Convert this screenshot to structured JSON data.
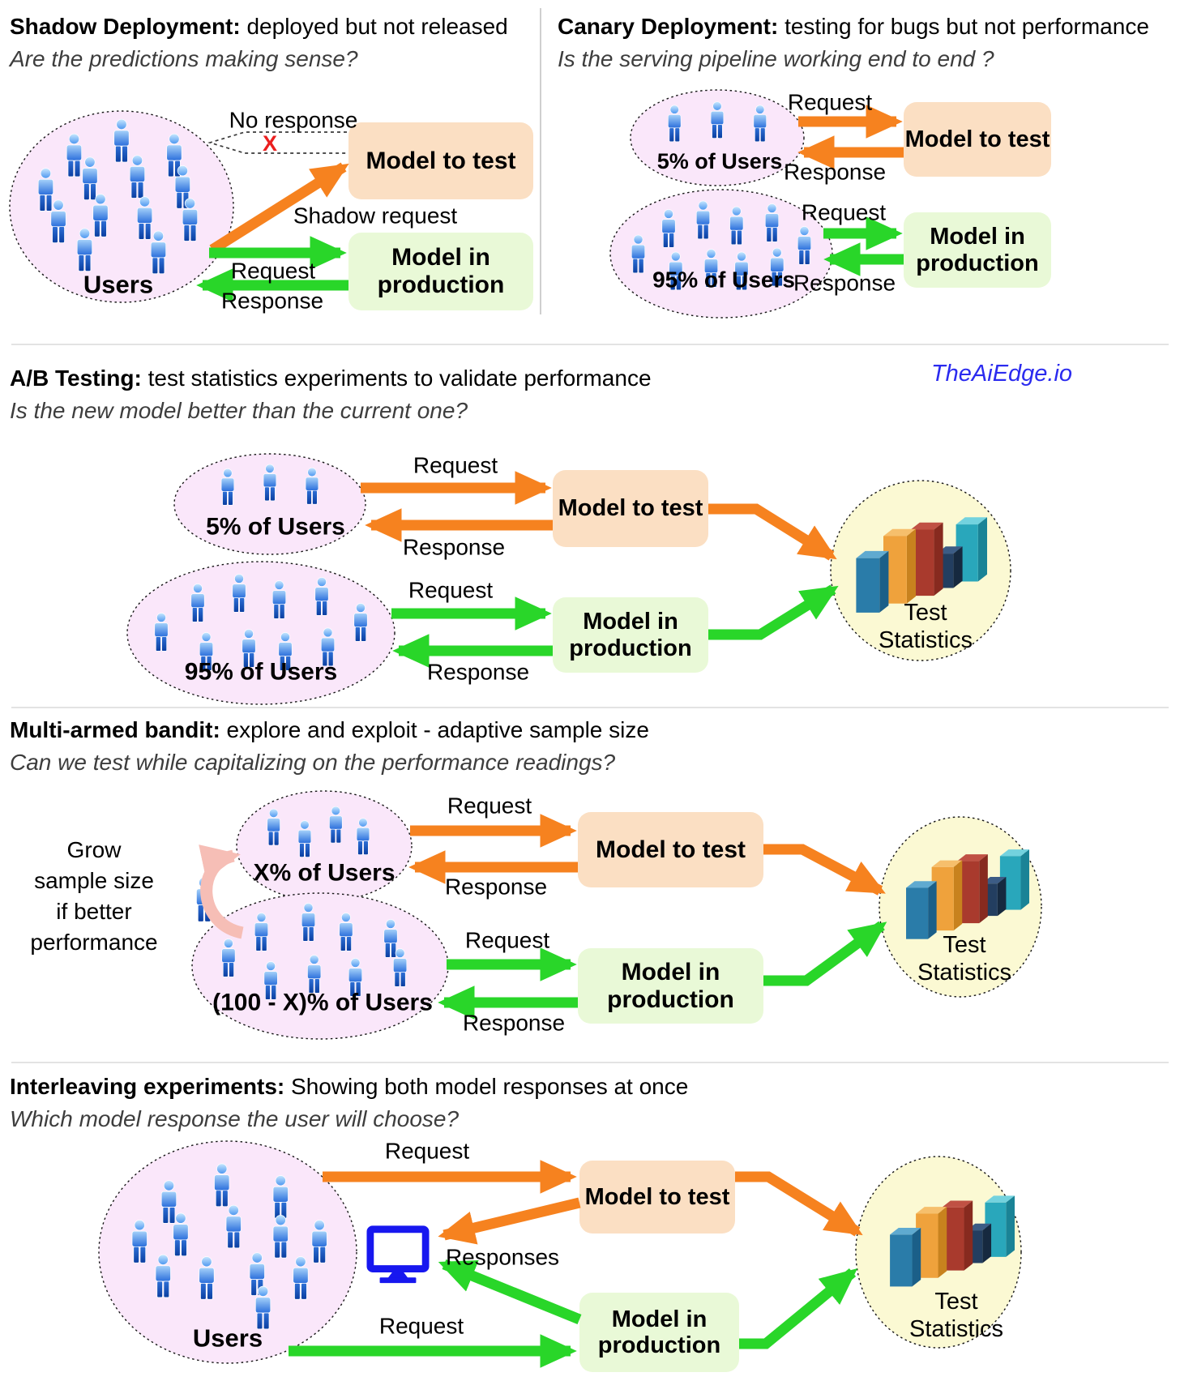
{
  "branding": {
    "label": "TheAiEdge.io"
  },
  "colors": {
    "orange": "#F6821F",
    "green": "#29D629",
    "brand_blue": "#2B2BEF",
    "reject_red": "#EB1F1F",
    "user_ellipse": "#FAE7FA",
    "stats_ellipse": "#FBF9D3",
    "model_test_box": "#FBDFC3",
    "model_prod_box": "#E9F9D7",
    "monitor_blue": "#1717EF"
  },
  "sections": {
    "shadow": {
      "title_strong": "Shadow Deployment:",
      "title_rest": " deployed but not released",
      "subtitle": "Are the predictions making sense?",
      "users": {
        "label": "Users",
        "count": 13
      },
      "labels": {
        "no_response": "No response",
        "reject_mark": "X",
        "shadow_request": "Shadow request",
        "request": "Request",
        "response": "Response"
      },
      "boxes": {
        "model_test": "Model to test",
        "model_prod": "Model in production"
      }
    },
    "canary": {
      "title_strong": "Canary Deployment:",
      "title_rest": " testing for bugs but not performance",
      "subtitle": "Is the serving pipeline working end to end ?",
      "group_test": {
        "label": "5% of Users",
        "count": 3
      },
      "group_prod": {
        "label": "95% of Users",
        "count": 10
      },
      "labels": {
        "request_test": "Request",
        "response_test": "Response",
        "request_prod": "Request",
        "response_prod": "Response"
      },
      "boxes": {
        "model_test": "Model to test",
        "model_prod": "Model in production"
      }
    },
    "ab": {
      "title_strong": "A/B Testing:",
      "title_rest": " test statistics experiments to validate performance",
      "subtitle": "Is the new model better than the current one?",
      "group_test": {
        "label": "5% of Users",
        "count": 3
      },
      "group_prod": {
        "label": "95% of Users",
        "count": 10
      },
      "labels": {
        "request_test": "Request",
        "response_test": "Response",
        "request_prod": "Request",
        "response_prod": "Response"
      },
      "boxes": {
        "model_test": "Model to test",
        "model_prod": "Model in production"
      },
      "stats": {
        "line1": "Test",
        "line2": "Statistics"
      }
    },
    "bandit": {
      "title_strong": "Multi-armed bandit:",
      "title_rest": " explore and exploit - adaptive sample size",
      "subtitle": "Can we test while capitalizing on the performance readings?",
      "note": "Grow\nsample size\nif better\nperformance",
      "group_test": {
        "label": "X% of Users",
        "count": 4
      },
      "group_prod": {
        "label": "(100 - X)% of Users",
        "count": 9
      },
      "labels": {
        "request_test": "Request",
        "response_test": "Response",
        "request_prod": "Request",
        "response_prod": "Response"
      },
      "boxes": {
        "model_test": "Model to test",
        "model_prod": "Model in production"
      },
      "stats": {
        "line1": "Test",
        "line2": "Statistics"
      }
    },
    "interleaving": {
      "title_strong": "Interleaving experiments:",
      "title_rest": " Showing both model responses at once",
      "subtitle": "Which model response the user will choose?",
      "users": {
        "label": "Users",
        "count": 13
      },
      "labels": {
        "request_test": "Request",
        "responses": "Responses",
        "request_prod": "Request"
      },
      "boxes": {
        "model_test": "Model to test",
        "model_prod": "Model in production"
      },
      "stats": {
        "line1": "Test",
        "line2": "Statistics"
      }
    }
  }
}
